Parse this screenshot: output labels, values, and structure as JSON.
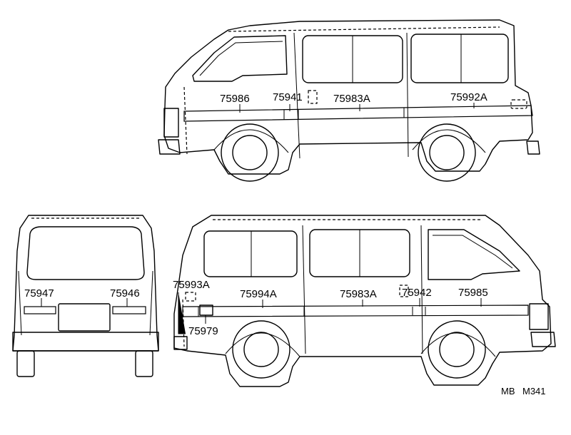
{
  "diagram": {
    "views": {
      "side_right": {
        "labels": {
          "a": "75986",
          "b": "75941",
          "c": "75983A",
          "d": "75992A"
        }
      },
      "rear": {
        "labels": {
          "a": "75947",
          "b": "75946"
        }
      },
      "side_left": {
        "labels": {
          "a": "75993A",
          "b": "75979",
          "c": "75994A",
          "d": "75983A",
          "e": "75942",
          "f": "75985"
        }
      }
    },
    "page_code": {
      "prefix": "MB",
      "number": "M341"
    }
  }
}
